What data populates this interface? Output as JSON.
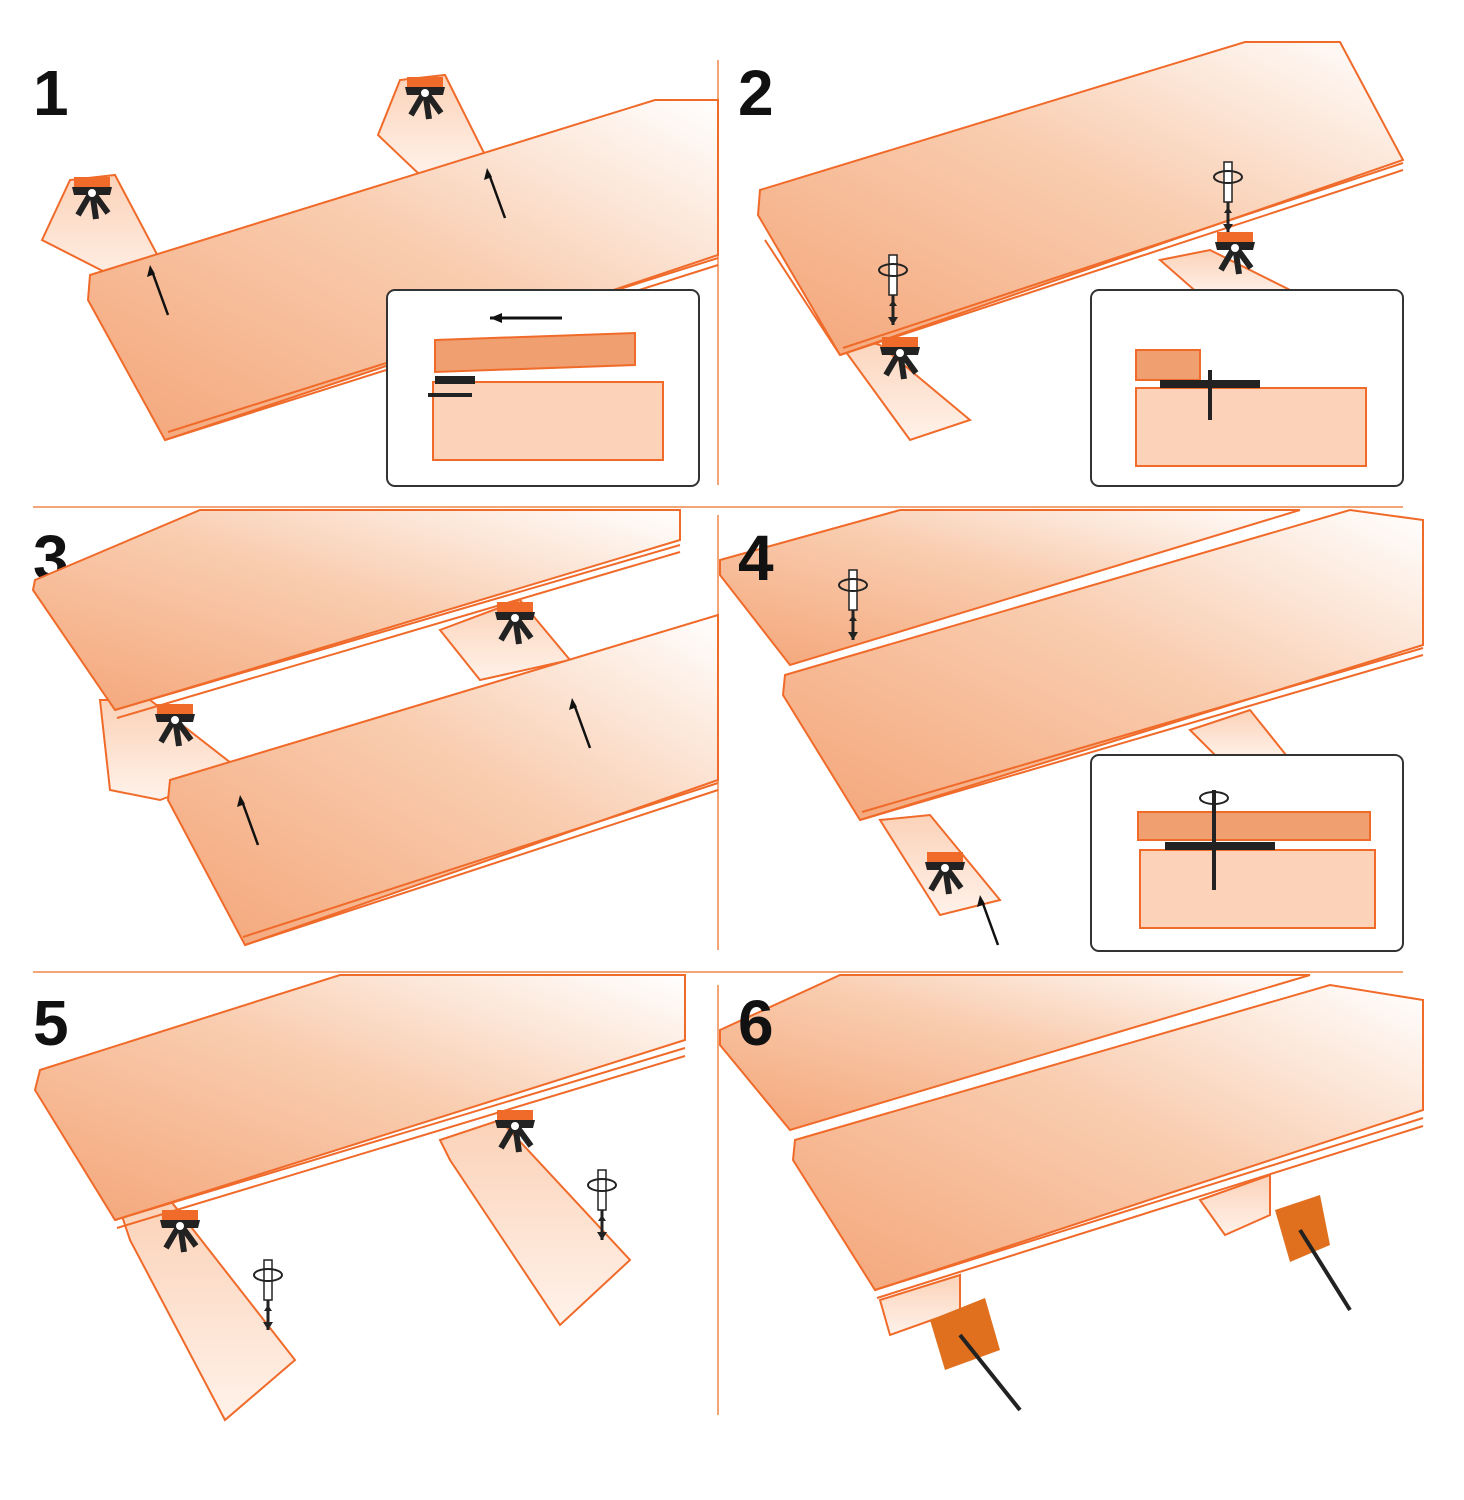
{
  "steps": [
    {
      "number": "1"
    },
    {
      "number": "2"
    },
    {
      "number": "3"
    },
    {
      "number": "4"
    },
    {
      "number": "5"
    },
    {
      "number": "6"
    }
  ],
  "colors": {
    "board": "#f4a578",
    "board_fade": "#ffffff",
    "outline": "#f06a2a",
    "clip": "#222222",
    "plate": "#e0701e"
  },
  "icons": [
    "hidden-deck-clip-icon",
    "screw-icon",
    "screwdriver-rotation-icon",
    "direction-arrow-icon",
    "fixing-plate-icon"
  ]
}
